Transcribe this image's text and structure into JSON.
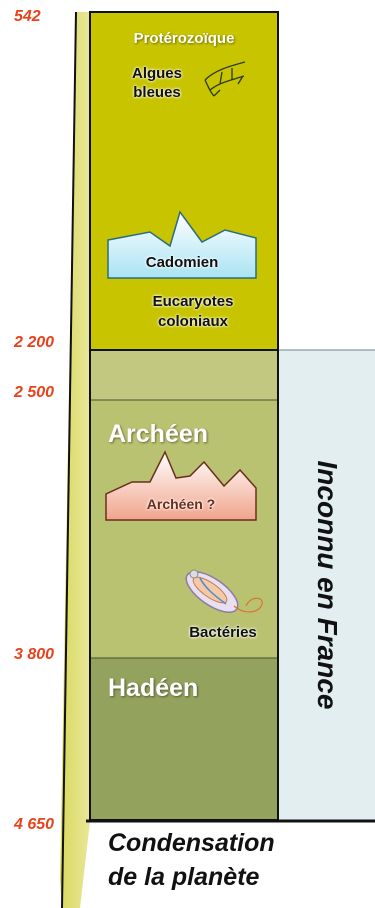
{
  "ages": {
    "a542": "542",
    "a2200": "2 200",
    "a2500": "2 500",
    "a3800": "3 800",
    "a4650": "4 650"
  },
  "eons": {
    "proterozoic": "Protérozoïque",
    "archean": "Archéen",
    "hadean": "Hadéen"
  },
  "labels": {
    "algae_line1": "Algues",
    "algae_line2": "bleues",
    "cadomian": "Cadomien",
    "eucaryotes_line1": "Eucaryotes",
    "eucaryotes_line2": "coloniaux",
    "archean_q": "Archéen ?",
    "bacteria": "Bactéries"
  },
  "side_note": "Inconnu en France",
  "footer": {
    "line1": "Condensation",
    "line2": "de la planète"
  },
  "colors": {
    "proterozoic_fill": "#c8c400",
    "archean_fill": "#b9c270",
    "hadean_fill": "#93a25c",
    "unknown_fill": "#e2eef0",
    "age_text": "#e8431c",
    "cadomian_fill": "#b7eaf6",
    "archean_mountain_fill": "#f3b8a6"
  }
}
